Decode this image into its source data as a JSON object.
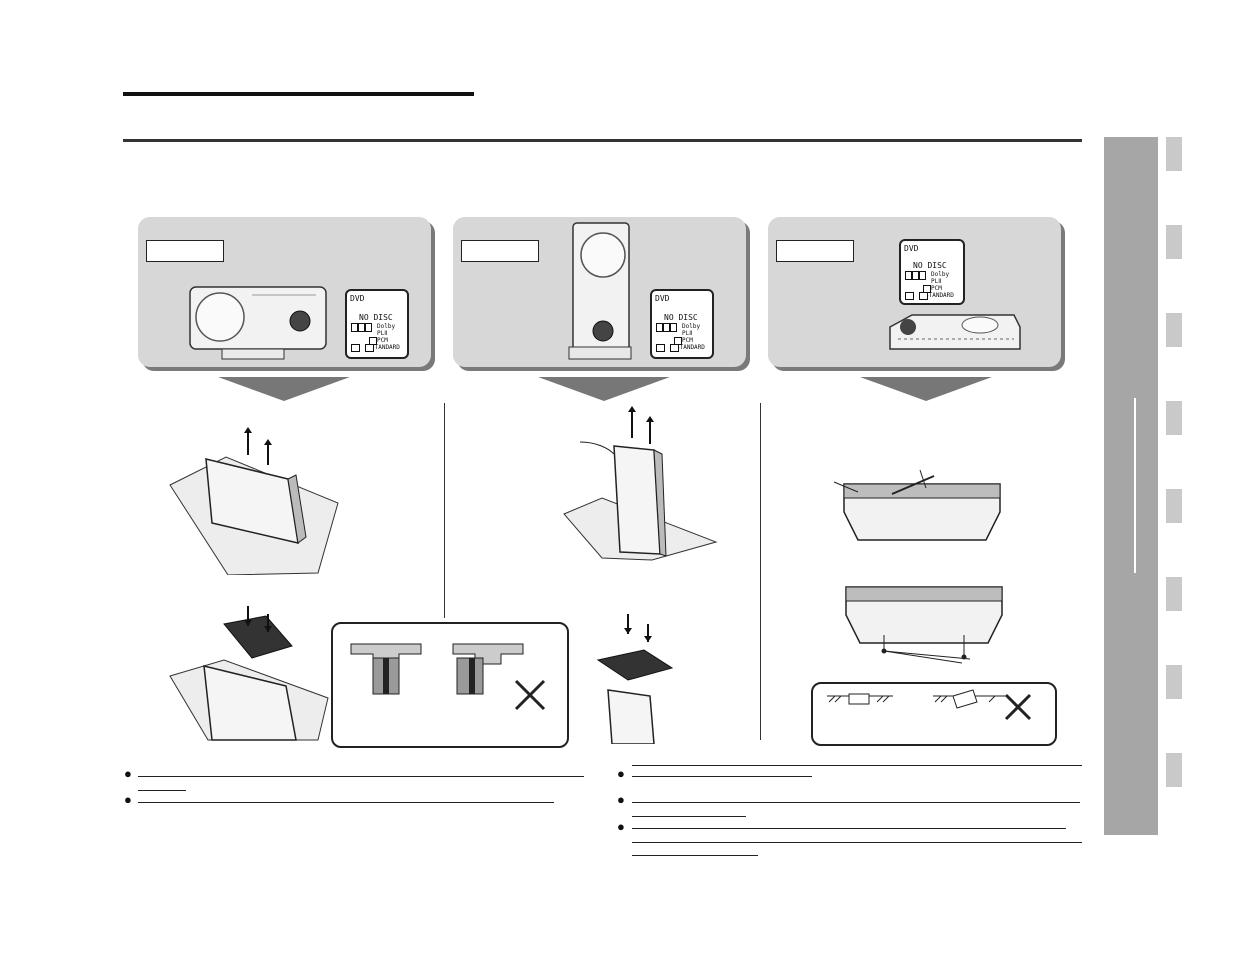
{
  "lcd": {
    "mode": "DVD",
    "message": "NO DISC",
    "dolby": "Dolby",
    "pl2": "PLⅡ",
    "pcm": "PCM",
    "standard": "STANDARD"
  },
  "colors": {
    "panel": "#d7d7d7",
    "arrow": "#777777",
    "side_bar": "#a6a6a6",
    "side_tab": "#c9c9c9"
  },
  "icons": {
    "wrong": "cross-mark-icon",
    "bullet": "bullet-dot-icon",
    "screw_out": "arrow-up-icon",
    "screw_in": "arrow-down-icon"
  },
  "side_tabs_count": 8
}
